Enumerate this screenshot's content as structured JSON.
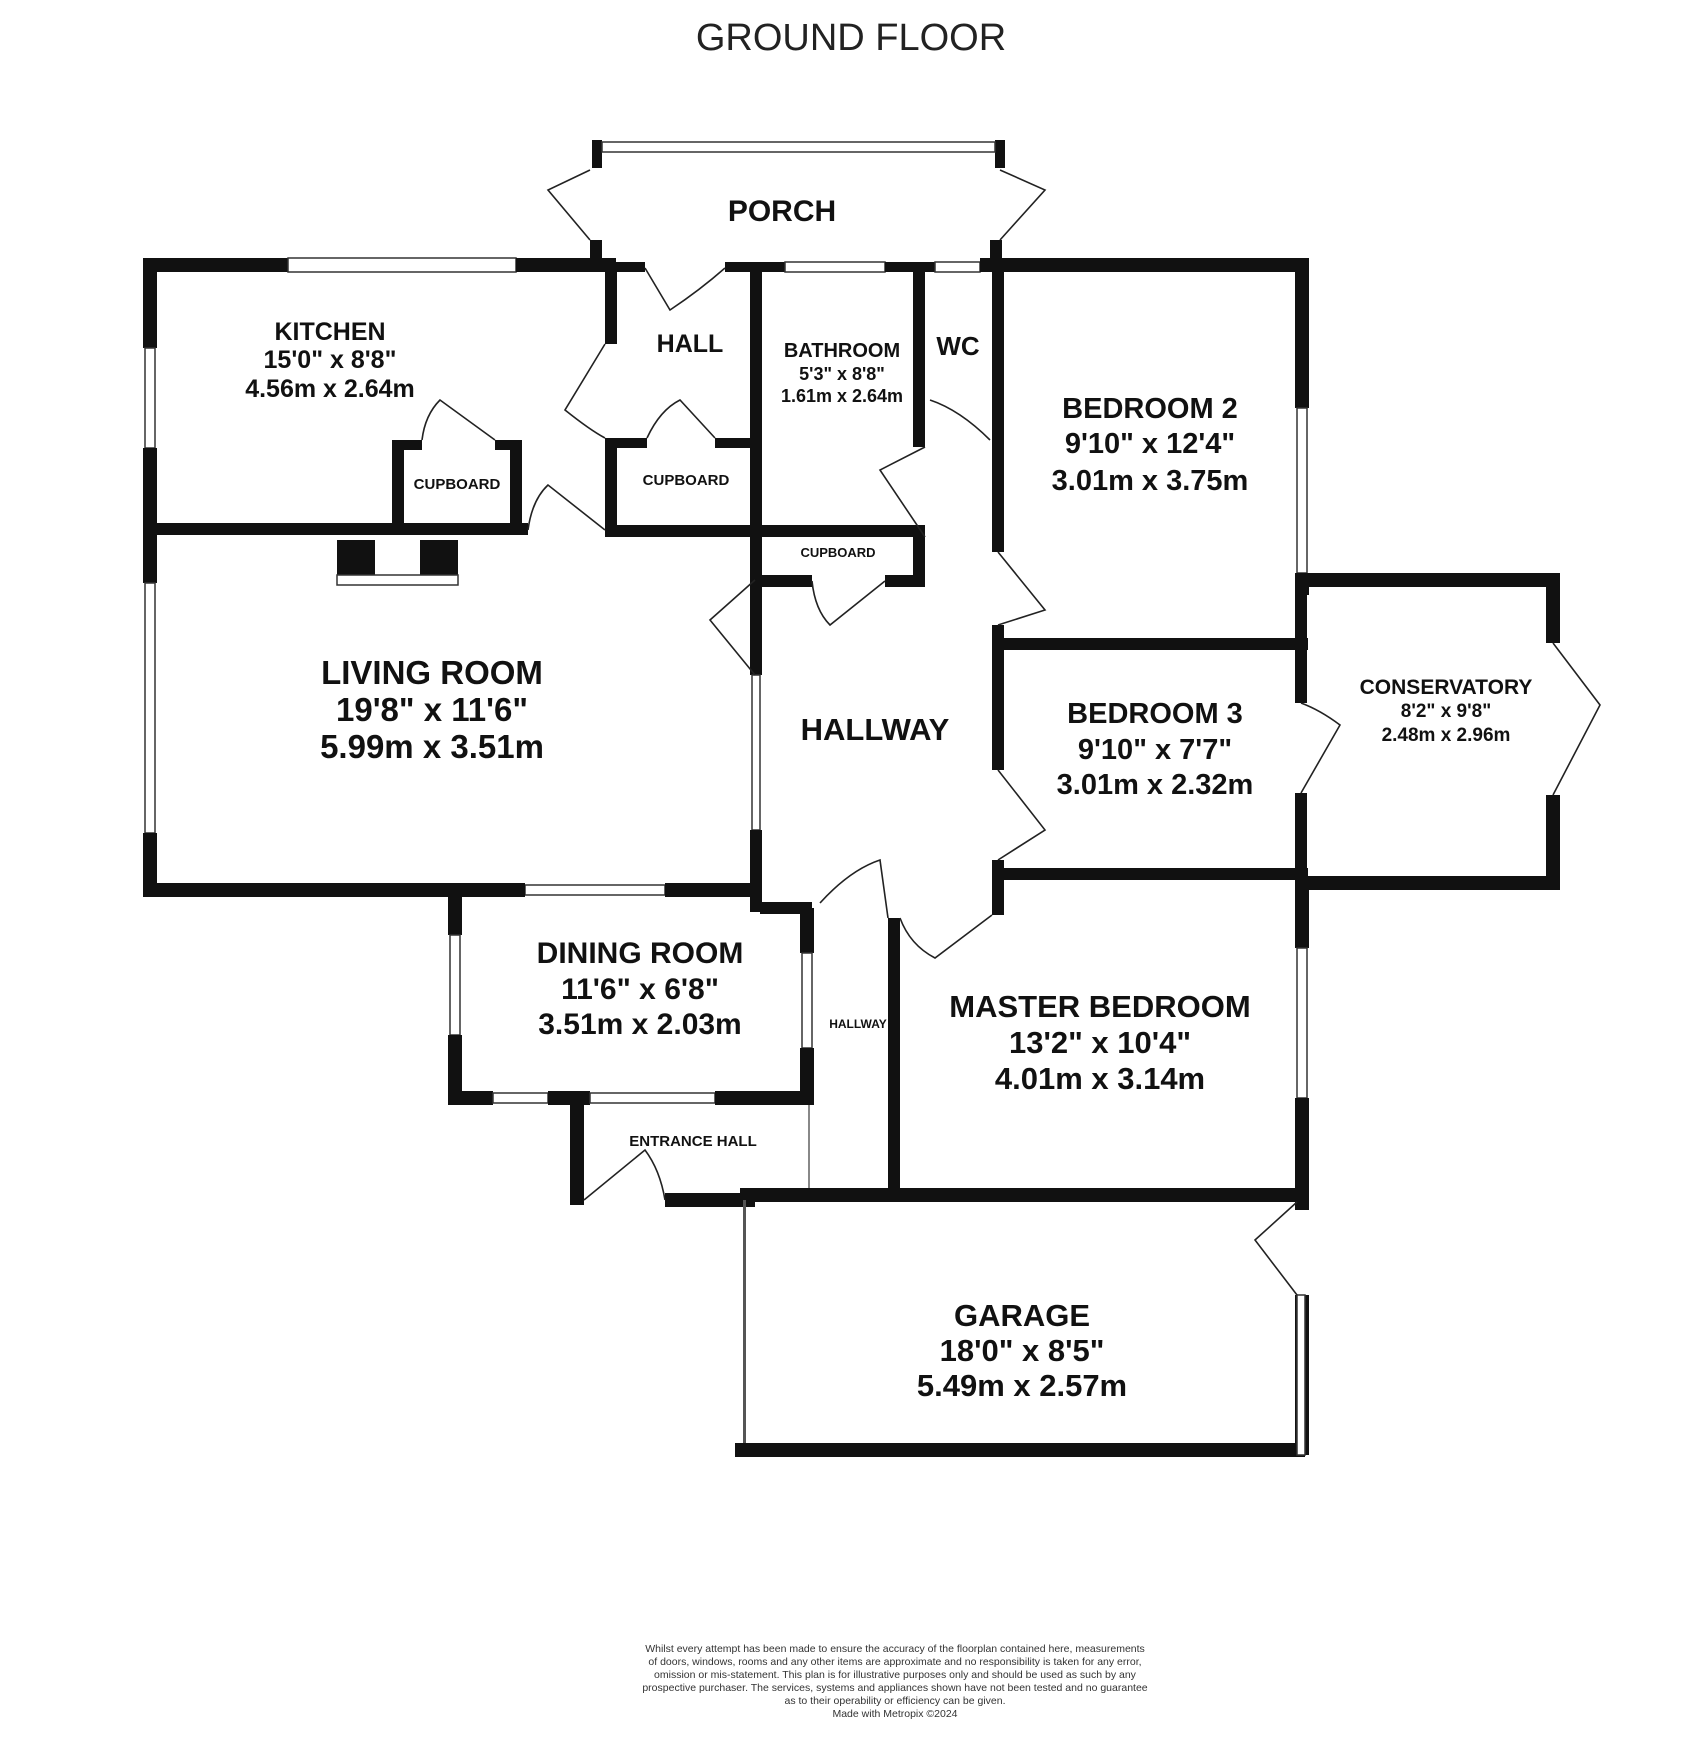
{
  "title": "GROUND FLOOR",
  "rooms": {
    "porch": {
      "name": "PORCH"
    },
    "kitchen": {
      "name": "KITCHEN",
      "imperial": "15'0\" x 8'8\"",
      "metric": "4.56m x 2.64m"
    },
    "hall": {
      "name": "HALL"
    },
    "bathroom": {
      "name": "BATHROOM",
      "imperial": "5'3\" x 8'8\"",
      "metric": "1.61m x 2.64m"
    },
    "wc": {
      "name": "WC"
    },
    "bedroom2": {
      "name": "BEDROOM 2",
      "imperial": "9'10\" x 12'4\"",
      "metric": "3.01m x 3.75m"
    },
    "cupboard_kitchen": {
      "name": "CUPBOARD"
    },
    "cupboard_hall": {
      "name": "CUPBOARD"
    },
    "cupboard_bath": {
      "name": "CUPBOARD"
    },
    "living": {
      "name": "LIVING ROOM",
      "imperial": "19'8\" x 11'6\"",
      "metric": "5.99m x 3.51m"
    },
    "hallway": {
      "name": "HALLWAY"
    },
    "bedroom3": {
      "name": "BEDROOM 3",
      "imperial": "9'10\" x 7'7\"",
      "metric": "3.01m x 2.32m"
    },
    "conservatory": {
      "name": "CONSERVATORY",
      "imperial": "8'2\" x 9'8\"",
      "metric": "2.48m x 2.96m"
    },
    "dining": {
      "name": "DINING ROOM",
      "imperial": "11'6\" x 6'8\"",
      "metric": "3.51m x 2.03m"
    },
    "hallway_small": {
      "name": "HALLWAY"
    },
    "master": {
      "name": "MASTER BEDROOM",
      "imperial": "13'2\" x 10'4\"",
      "metric": "4.01m x 3.14m"
    },
    "entrance": {
      "name": "ENTRANCE HALL"
    },
    "garage": {
      "name": "GARAGE",
      "imperial": "18'0\" x 8'5\"",
      "metric": "5.49m x 2.57m"
    }
  },
  "disclaimer": [
    "Whilst every attempt has been made to ensure the accuracy of the floorplan contained here, measurements",
    "of doors, windows, rooms and any other items are approximate and no responsibility is taken for any error,",
    "omission or mis-statement. This plan is for illustrative purposes only and should be used as such by any",
    "prospective purchaser. The services, systems and appliances shown have not been tested and no guarantee",
    "as to their operability or efficiency can be given.",
    "Made with Metropix ©2024"
  ]
}
